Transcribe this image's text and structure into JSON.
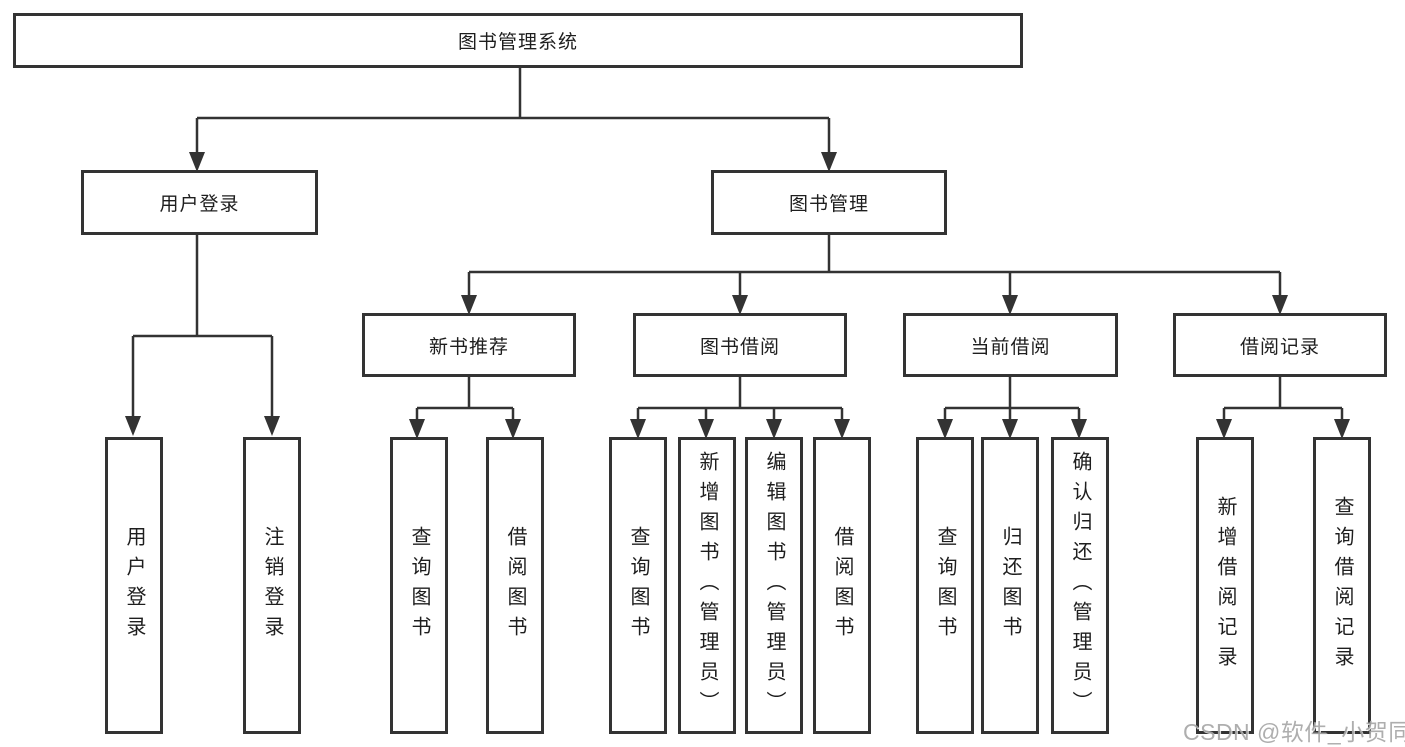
{
  "diagram": {
    "root": {
      "label": "图书管理系统"
    },
    "level2": {
      "user_login": {
        "label": "用户登录"
      },
      "book_management": {
        "label": "图书管理"
      }
    },
    "level3": {
      "new_book_recommend": {
        "label": "新书推荐"
      },
      "book_borrow": {
        "label": "图书借阅"
      },
      "current_borrow": {
        "label": "当前借阅"
      },
      "borrow_record": {
        "label": "借阅记录"
      }
    },
    "leaves": {
      "user_login": [
        "用户登录",
        "注销登录"
      ],
      "new_book_recommend": [
        "查询图书",
        "借阅图书"
      ],
      "book_borrow": [
        "查询图书",
        "新增图书（管理员）",
        "编辑图书（管理员）",
        "借阅图书"
      ],
      "current_borrow": [
        "查询图书",
        "归还图书",
        "确认归还（管理员）"
      ],
      "borrow_record": [
        "新增借阅记录",
        "查询借阅记录"
      ]
    }
  },
  "watermark": {
    "text": "CSDN @软件_小贺同学"
  },
  "colors": {
    "line": "#333333",
    "border": "#333333",
    "text": "#1e1e1e",
    "watermark": "#a8a8a8",
    "background": "#ffffff"
  }
}
